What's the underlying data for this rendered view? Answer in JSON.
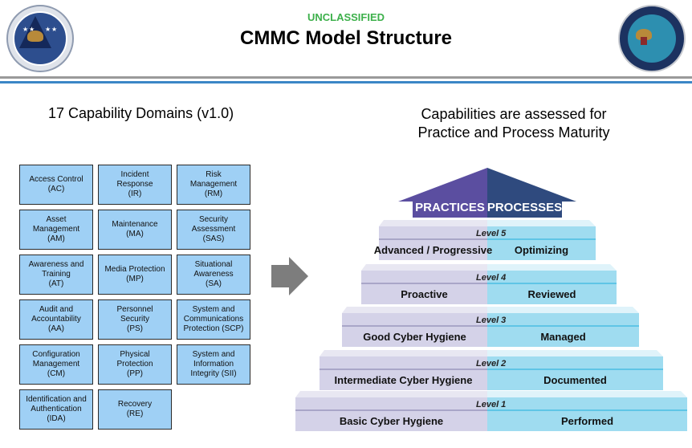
{
  "header": {
    "classification": "UNCLASSIFIED",
    "title": "CMMC Model Structure",
    "left_seal": "osd-acquisition-sustainment-seal",
    "right_seal": "department-of-defense-seal"
  },
  "left_panel": {
    "heading": "17 Capability Domains (v1.0)",
    "domains": [
      {
        "label": "Access Control\n(AC)"
      },
      {
        "label": "Incident\nResponse\n(IR)"
      },
      {
        "label": "Risk\nManagement\n(RM)"
      },
      {
        "label": "Asset\nManagement\n(AM)"
      },
      {
        "label": "Maintenance\n(MA)"
      },
      {
        "label": "Security\nAssessment\n(SAS)"
      },
      {
        "label": "Awareness and\nTraining\n(AT)"
      },
      {
        "label": "Media Protection\n(MP)"
      },
      {
        "label": "Situational\nAwareness\n(SA)"
      },
      {
        "label": "Audit and\nAccountability\n(AA)"
      },
      {
        "label": "Personnel\nSecurity\n(PS)"
      },
      {
        "label": "System and\nCommunications\nProtection (SCP)"
      },
      {
        "label": "Configuration\nManagement\n(CM)"
      },
      {
        "label": "Physical\nProtection\n(PP)"
      },
      {
        "label": "System and\nInformation\nIntegrity (SII)"
      },
      {
        "label": "Identification and\nAuthentication\n(IDA)"
      },
      {
        "label": "Recovery\n(RE)"
      }
    ]
  },
  "right_panel": {
    "heading": "Capabilities are assessed for\nPractice and Process Maturity",
    "roof": {
      "practices": "PRACTICES",
      "processes": "PROCESSES"
    },
    "levels": [
      {
        "level": "Level 5",
        "practice": "Advanced / Progressive",
        "process": "Optimizing"
      },
      {
        "level": "Level 4",
        "practice": "Proactive",
        "process": "Reviewed"
      },
      {
        "level": "Level 3",
        "practice": "Good Cyber Hygiene",
        "process": "Managed"
      },
      {
        "level": "Level 2",
        "practice": "Intermediate Cyber Hygiene",
        "process": "Documented"
      },
      {
        "level": "Level 1",
        "practice": "Basic Cyber Hygiene",
        "process": "Performed"
      }
    ]
  },
  "colors": {
    "classification": "#3db04b",
    "domain_fill": "#9fd0f5",
    "practices_roof": "#5b4ea0",
    "processes_roof": "#2f4a7e",
    "practice_step": "#d4d2e8",
    "process_step": "#9fdcf0",
    "arrow": "#7d7d7d"
  }
}
